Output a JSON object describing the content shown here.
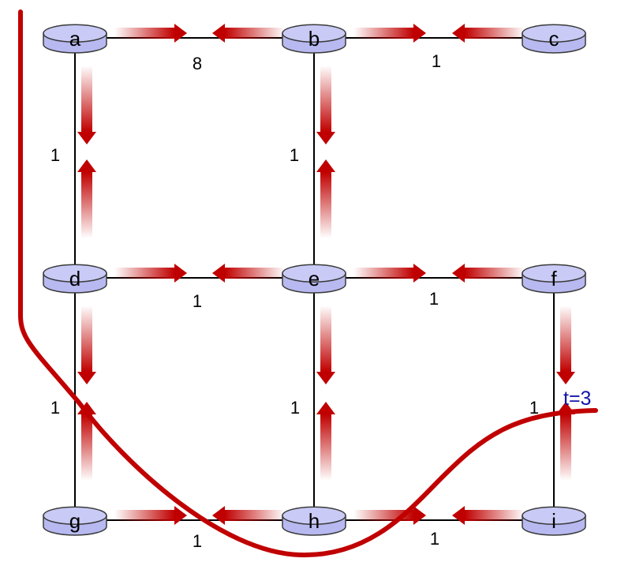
{
  "colors": {
    "node_fill": "#b7b9f0",
    "node_stroke": "#3a3a3a",
    "edge": "#000000",
    "arrow": "#c00000",
    "curve": "#c00000",
    "time_label": "#1414a8"
  },
  "nodes": [
    {
      "id": "a",
      "label": "a"
    },
    {
      "id": "b",
      "label": "b"
    },
    {
      "id": "c",
      "label": "c"
    },
    {
      "id": "d",
      "label": "d"
    },
    {
      "id": "e",
      "label": "e"
    },
    {
      "id": "f",
      "label": "f"
    },
    {
      "id": "g",
      "label": "g"
    },
    {
      "id": "h",
      "label": "h"
    },
    {
      "id": "i",
      "label": "i"
    }
  ],
  "edges": [
    {
      "from": "a",
      "to": "b",
      "cost": "8"
    },
    {
      "from": "b",
      "to": "c",
      "cost": "1"
    },
    {
      "from": "a",
      "to": "d",
      "cost": "1"
    },
    {
      "from": "b",
      "to": "e",
      "cost": "1"
    },
    {
      "from": "d",
      "to": "e",
      "cost": "1"
    },
    {
      "from": "e",
      "to": "f",
      "cost": "1"
    },
    {
      "from": "d",
      "to": "g",
      "cost": "1"
    },
    {
      "from": "e",
      "to": "h",
      "cost": "1"
    },
    {
      "from": "f",
      "to": "i",
      "cost": "1"
    },
    {
      "from": "g",
      "to": "h",
      "cost": "1"
    },
    {
      "from": "h",
      "to": "i",
      "cost": "1"
    }
  ],
  "time_label": "t=3"
}
